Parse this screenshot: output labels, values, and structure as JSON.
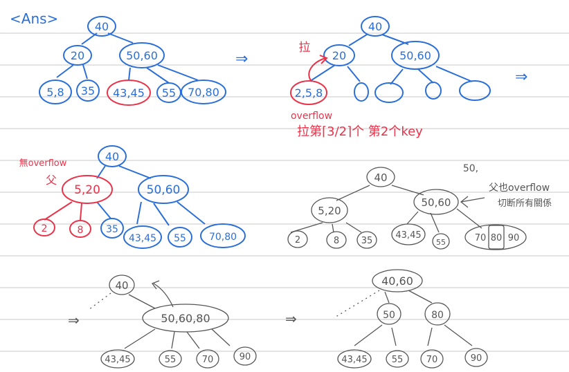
{
  "header": {
    "answer_label": "<Ans>"
  },
  "panel1": {
    "root": "40",
    "left": "20",
    "right": "50,60",
    "leaves": [
      "5,8",
      "35",
      "43,45",
      "55",
      "70,80"
    ]
  },
  "panel2": {
    "root": "40",
    "left": "20",
    "right": "50,60",
    "overflow_node": "2,5,8",
    "overflow_label": "overflow",
    "pull_label": "拉",
    "note": "拉第⌈3/2⌉个 第2个key"
  },
  "panel3": {
    "no_overflow_label": "無overflow",
    "parent_label": "父",
    "root": "40",
    "left": "5,20",
    "right": "50,60",
    "leaves": [
      "2",
      "8",
      "35",
      "43,45",
      "55",
      "70,80"
    ]
  },
  "panel4": {
    "mark": "50,",
    "root": "40",
    "left": "5,20",
    "right": "50,60",
    "leaves": [
      "2",
      "8",
      "35",
      "43,45",
      "55",
      "70",
      "80",
      "90"
    ],
    "note_line1": "父也overflow",
    "note_line2": "切断所有關係"
  },
  "panel5": {
    "root": "40",
    "mid": "50,60,80",
    "leaves": [
      "43,45",
      "55",
      "70",
      "90"
    ]
  },
  "panel6": {
    "root": "40,60",
    "left": "50",
    "right": "80",
    "leaves": [
      "43,45",
      "55",
      "70",
      "90"
    ]
  },
  "arrows": [
    "⇒",
    "⇒",
    "⇒",
    "⇒"
  ],
  "colors": {
    "blue_ink": "#2b6fd6",
    "red_ink": "#e8334a",
    "pencil": "#555555",
    "rule_line": "#c9c9c9"
  }
}
